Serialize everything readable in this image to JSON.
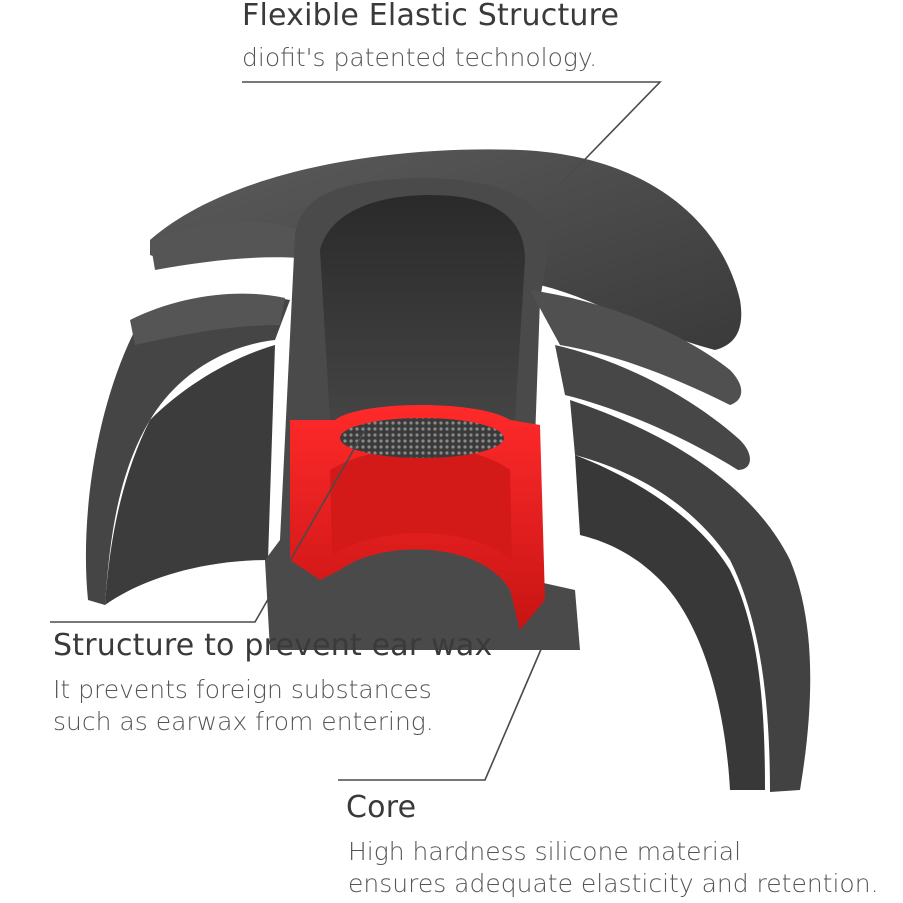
{
  "colors": {
    "rubber": "#4a4a4a",
    "rubber_dark": "#2f2f2f",
    "rubber_light": "#6a6a6a",
    "core": "#e31e1e",
    "core_dark": "#b51212",
    "leader_line": "#4a4a4a",
    "title_text": "#3a3a3a",
    "desc_text": "#555555"
  },
  "callouts": {
    "flexible": {
      "title": "Flexible Elastic Structure",
      "desc_lines": [
        "diofit's patented technology."
      ]
    },
    "earwax": {
      "title": "Structure to prevent ear wax",
      "desc_lines": [
        "It prevents foreign substances",
        "such as earwax from entering."
      ]
    },
    "core": {
      "title": "Core",
      "desc_lines": [
        "High hardness silicone material",
        "ensures adequate elasticity and retention."
      ]
    }
  }
}
